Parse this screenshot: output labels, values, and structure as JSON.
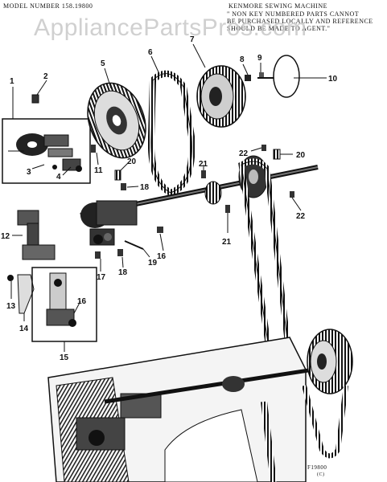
{
  "header": {
    "model_line": "MODEL  NUMBER  158.19800",
    "machine_line": "KENMORE  SEWING  MACHINE",
    "note_lines": [
      "\" NON KEY NUMBERED PARTS CANNOT",
      "BE PURCHASED LOCALLY AND REFERENCE",
      "SHOULD BE MADE TO AGENT.\""
    ]
  },
  "watermark": "AppliancePartsPros.com",
  "figure_id": "F19800",
  "figure_sub": "(C)",
  "callouts": [
    "1",
    "2",
    "3",
    "4",
    "5",
    "6",
    "7",
    "8",
    "9",
    "10",
    "11",
    "12",
    "13",
    "14",
    "15",
    "16",
    "17",
    "18",
    "19",
    "20",
    "21",
    "22"
  ]
}
